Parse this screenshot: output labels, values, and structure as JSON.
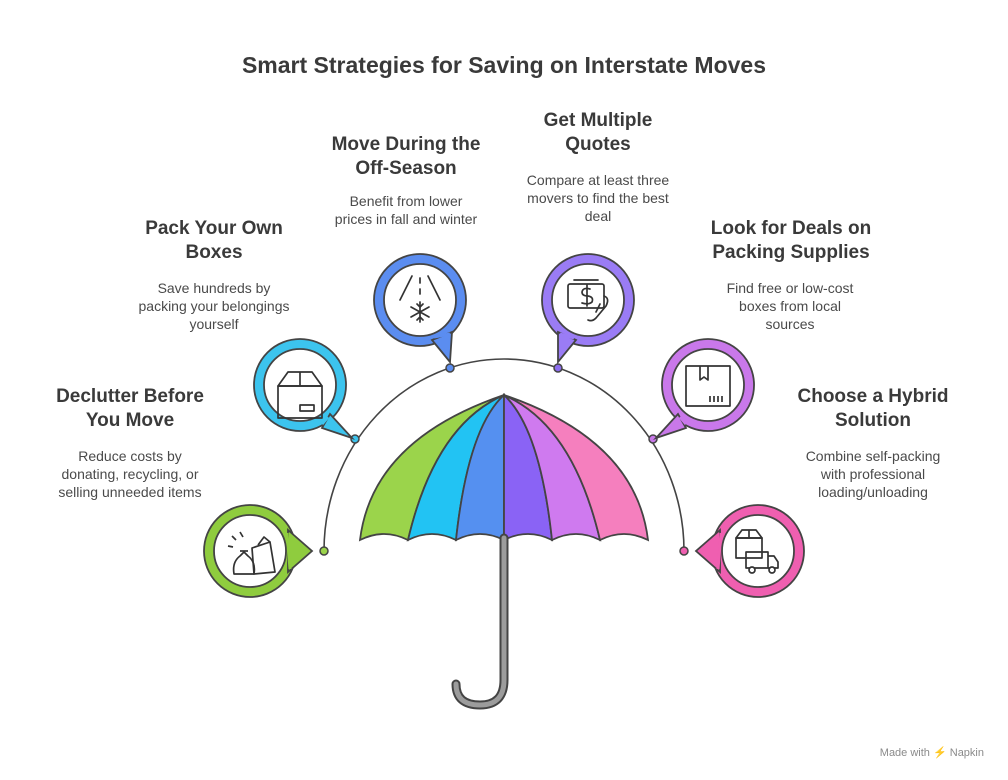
{
  "title": "Smart Strategies for Saving on Interstate Moves",
  "strategies": [
    {
      "heading": "Declutter Before\nYou Move",
      "description": "Reduce costs by\ndonating, recycling, or\nselling unneeded items",
      "color": "#8fcc3e",
      "icon": "recycling-bag-icon"
    },
    {
      "heading": "Pack Your Own\nBoxes",
      "description": "Save hundreds by\npacking your belongings\nyourself",
      "color": "#3cc4ee",
      "icon": "box-icon"
    },
    {
      "heading": "Move During the\nOff-Season",
      "description": "Benefit from lower\nprices in fall and winter",
      "color": "#5b8df0",
      "icon": "snowflake-road-icon"
    },
    {
      "heading": "Get Multiple\nQuotes",
      "description": "Compare at least three\nmovers to find the best\ndeal",
      "color": "#8d6ef0",
      "icon": "money-hand-icon"
    },
    {
      "heading": "Look for Deals on\nPacking Supplies",
      "description": "Find free or low-cost\nboxes from local\nsources",
      "color": "#c978ea",
      "icon": "packing-box-icon"
    },
    {
      "heading": "Choose a Hybrid\nSolution",
      "description": "Combine self-packing\nwith professional\nloading/unloading",
      "color": "#ef5fb0",
      "icon": "truck-box-icon"
    }
  ],
  "credit": {
    "prefix": "Made with",
    "brand": "Napkin"
  }
}
